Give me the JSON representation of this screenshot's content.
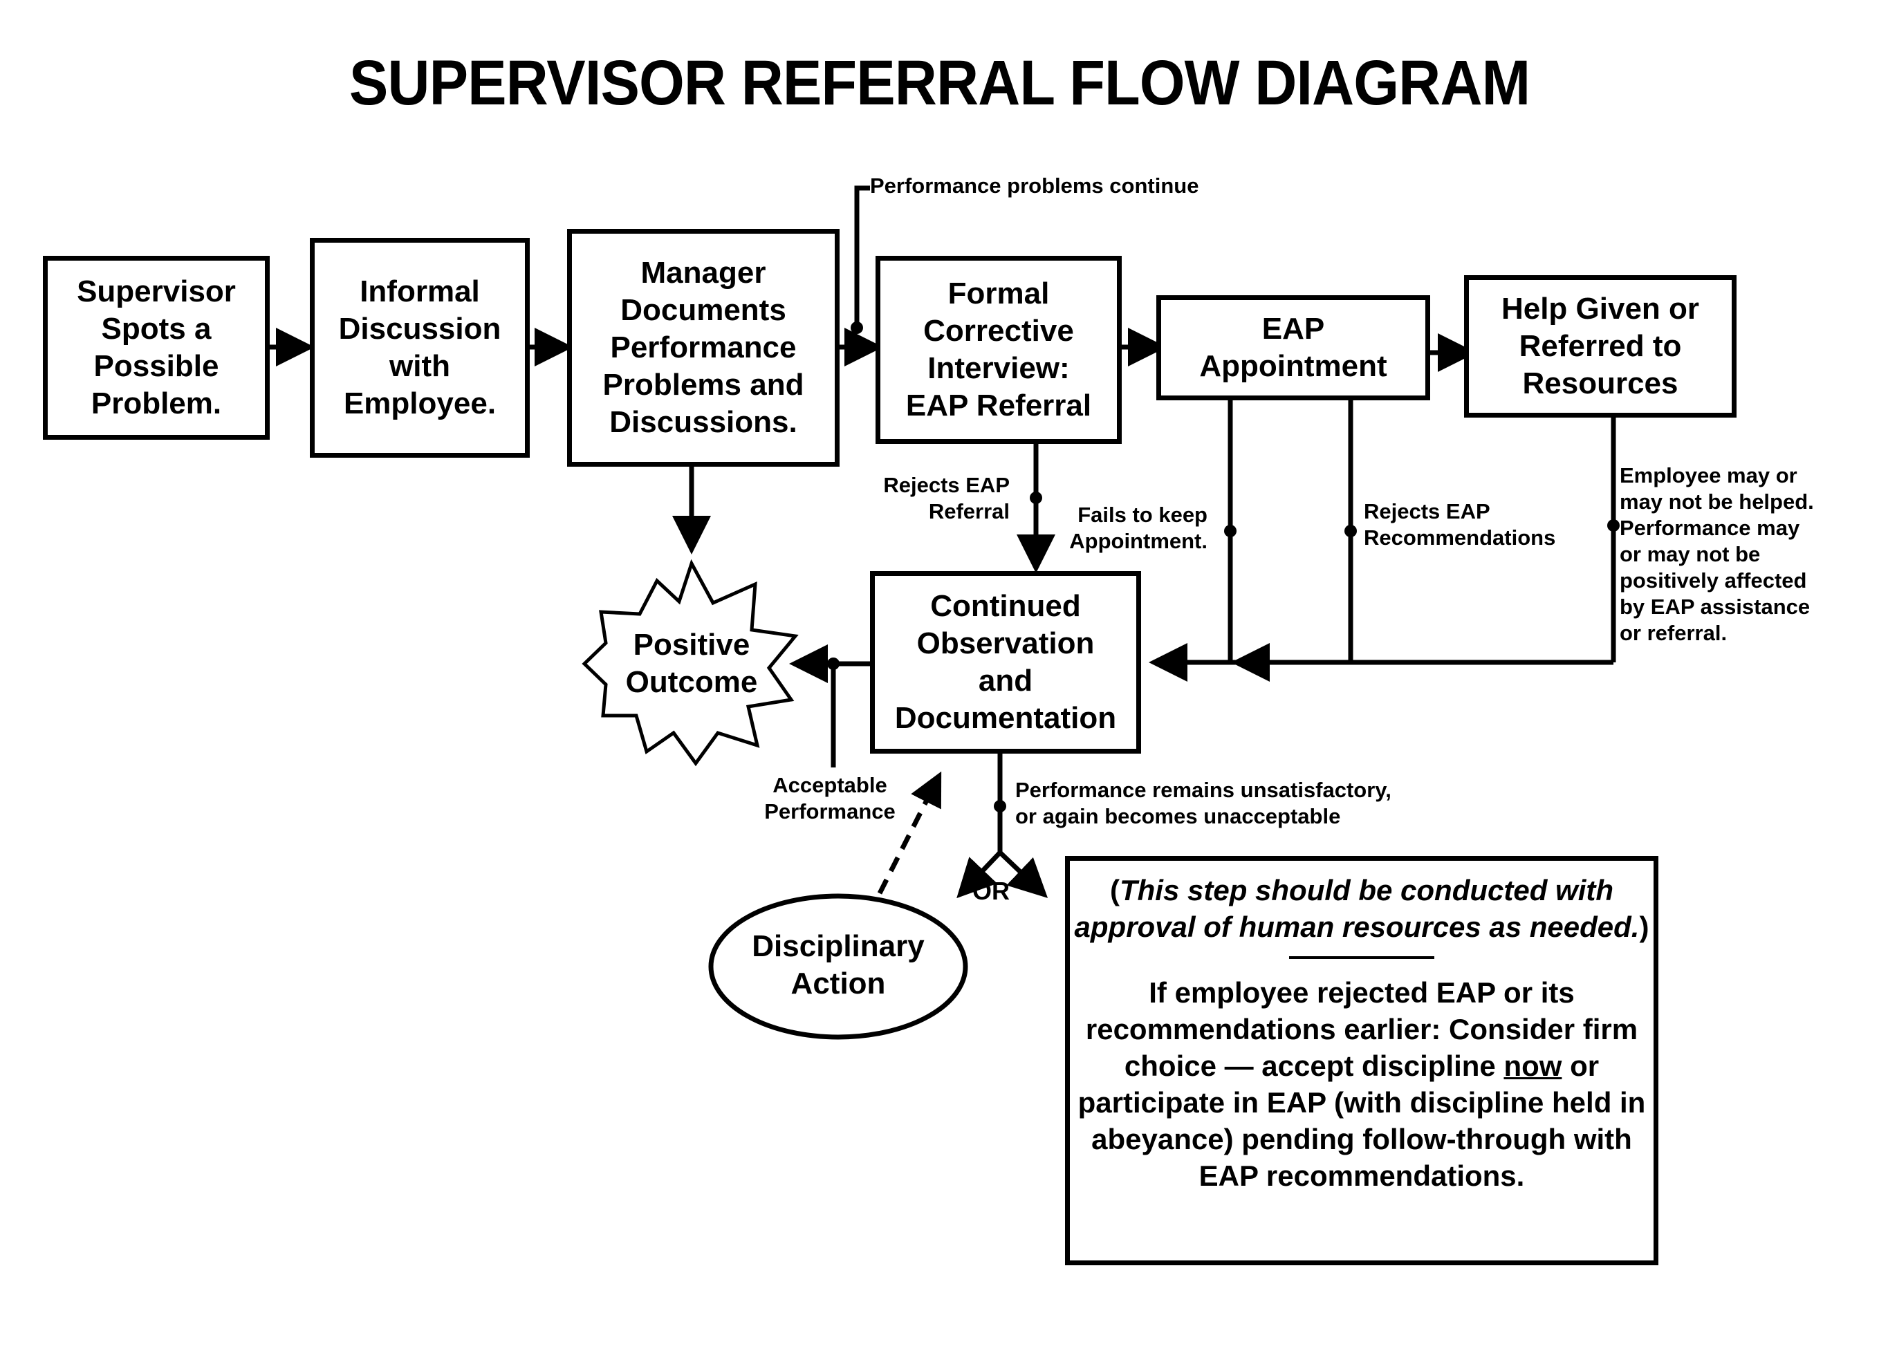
{
  "title": "SUPERVISOR REFERRAL FLOW DIAGRAM",
  "boxes": {
    "supervisor": "Supervisor\nSpots a\nPossible\nProblem.",
    "informal": "Informal\nDiscussion\nwith\nEmployee.",
    "manager": "Manager\nDocuments\nPerformance\nProblems and\nDiscussions.",
    "formal": "Formal\nCorrective\nInterview:\nEAP Referral",
    "eap": "EAP\nAppointment",
    "help": "Help Given or\nReferred to\nResources",
    "continued": "Continued\nObservation\nand\nDocumentation"
  },
  "positive_outcome": "Positive\nOutcome",
  "disciplinary_action": "Disciplinary\nAction",
  "labels": {
    "performance_continue": "Performance problems continue",
    "rejects_referral": "Rejects EAP\nReferral",
    "fails_appointment": "Fails to keep\nAppointment.",
    "rejects_recommendations": "Rejects EAP\nRecommendations",
    "employee_may": "Employee may or\nmay not be helped.\nPerformance may\nor may not be\npositively affected\nby EAP assistance\nor referral.",
    "acceptable": "Acceptable\nPerformance",
    "remains_unsatisfactory": "Performance remains unsatisfactory,\nor again becomes unacceptable",
    "or": "OR"
  },
  "note": {
    "open_paren": "(",
    "italic": "This step should be conducted with approval of human resources as needed.",
    "close_paren": ")",
    "body_before": "If employee rejected EAP or its recommendations earlier: Consider firm choice — accept discipline ",
    "body_underlined": "now",
    "body_after": " or participate in EAP (with discipline held in abeyance) pending follow-through with EAP recommendations."
  }
}
